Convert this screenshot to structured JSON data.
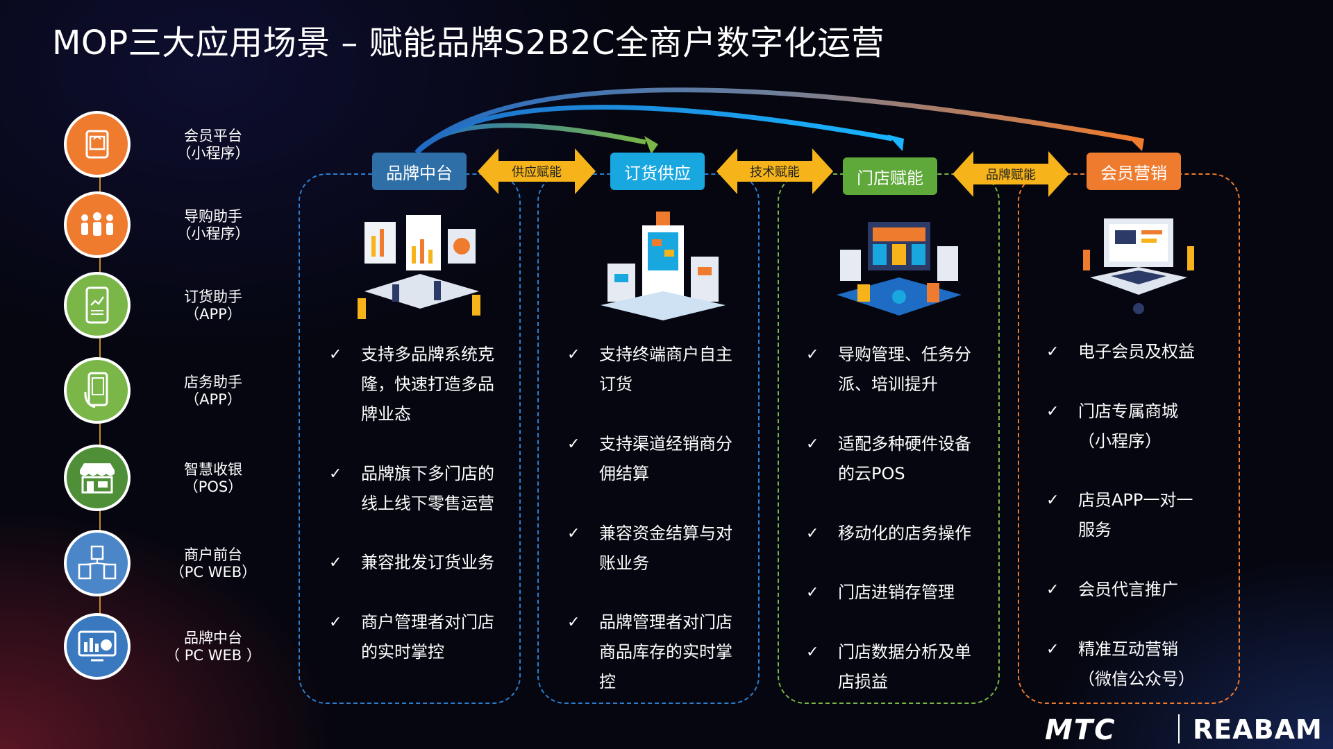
{
  "title": "MOP三大应用场景 – 赋能品牌S2B2C全商户数字化运营",
  "left_entries": [
    {
      "l1": "会员平台",
      "l2": "（小程序）",
      "color": "#ef7b2f",
      "icon": "shopping-bag-icon"
    },
    {
      "l1": "导购助手",
      "l2": "（小程序）",
      "color": "#ef7b2f",
      "icon": "people-group-icon"
    },
    {
      "l1": "订货助手",
      "l2": "（APP）",
      "color": "#7ab648",
      "icon": "phone-chart-icon"
    },
    {
      "l1": "店务助手",
      "l2": "（APP）",
      "color": "#7ab648",
      "icon": "phone-hand-icon"
    },
    {
      "l1": "智慧收银",
      "l2": "（POS）",
      "color": "#4e8f37",
      "icon": "store-icon"
    },
    {
      "l1": "商户前台",
      "l2": "（PC WEB）",
      "color": "#4a86c8",
      "icon": "buildings-network-icon"
    },
    {
      "l1": "品牌中台",
      "l2": "（ PC WEB ）",
      "color": "#3a79bf",
      "icon": "dashboard-chart-icon"
    }
  ],
  "columns": [
    {
      "tag": "品牌中台",
      "tag_color": "#2f6fa8",
      "border": "#2c7fd0",
      "items": [
        [
          "支持多品牌系统克",
          "隆，快速打造多品",
          "牌业态"
        ],
        [
          "品牌旗下多门店的",
          "线上线下零售运营"
        ],
        [
          "兼容批发订货业务"
        ],
        [
          "商户管理者对门店",
          "的实时掌控"
        ]
      ]
    },
    {
      "tag": "订货供应",
      "tag_color": "#19a7e0",
      "border": "#2c7fd0",
      "items": [
        [
          "支持终端商户自主",
          "订货"
        ],
        [
          "支持渠道经销商分",
          "佣结算"
        ],
        [
          "兼容资金结算与对",
          "账业务"
        ],
        [
          "品牌管理者对门店",
          "商品库存的实时掌",
          "控"
        ]
      ]
    },
    {
      "tag": "门店赋能",
      "tag_color": "#5fa83a",
      "border": "#7ab648",
      "items": [
        [
          "导购管理、任务分",
          "派、培训提升"
        ],
        [
          "适配多种硬件设备",
          "的云POS"
        ],
        [
          "移动化的店务操作"
        ],
        [
          "门店进销存管理"
        ],
        [
          "门店数据分析及单",
          "店损益"
        ]
      ]
    },
    {
      "tag": "会员营销",
      "tag_color": "#ef7b2f",
      "border": "#ef7b2f",
      "items": [
        [
          "电子会员及权益"
        ],
        [
          "门店专属商城",
          "（小程序）"
        ],
        [
          "店员APP一对一",
          "服务"
        ],
        [
          "会员代言推广"
        ],
        [
          "精准互动营销",
          "（微信公众号）"
        ]
      ]
    }
  ],
  "connectors": [
    "供应赋能",
    "技术赋能",
    "品牌赋能"
  ],
  "check_mark": "✓",
  "logos": {
    "left": "MTC",
    "right": "REABAM"
  }
}
